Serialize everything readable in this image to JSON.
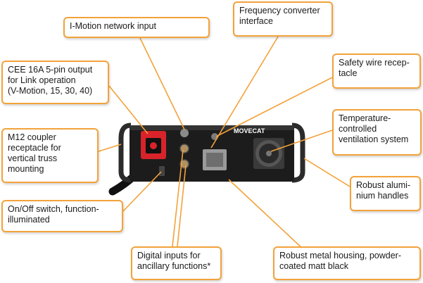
{
  "callouts": {
    "imotion": "I-Motion network input",
    "frequency": "Frequency converter\ninterface",
    "cee": "CEE 16A 5-pin output\nfor Link operation\n(V-Motion, 15, 30, 40)",
    "safety": "Safety wire recep-\ntacle",
    "m12": "M12 coupler\nreceptacle for\nvertical truss\nmounting",
    "temperature": "Temperature-\ncontrolled\nventilation system",
    "handles": "Robust alumi-\nnium handles",
    "switch": "On/Off switch, function-\nilluminated",
    "digital": "Digital inputs for\nancillary functions*",
    "housing": "Robust metal housing, powder-\ncoated matt black"
  },
  "device": {
    "brand": "MOVECAT"
  },
  "colors": {
    "callout_border": "#f3a23a",
    "leader_line": "#f3a23a",
    "housing": "#1c1c1c",
    "cee_socket": "#d8232a"
  }
}
